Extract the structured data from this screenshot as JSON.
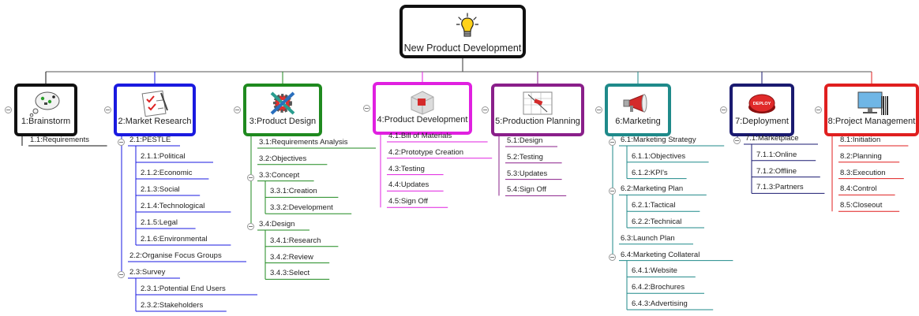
{
  "root": {
    "label": "New Product Development",
    "icon": "lightbulb-icon"
  },
  "branches": [
    {
      "id": "b1",
      "label": "1:Brainstorm",
      "color": "#111111",
      "icon": "thought-bubble-icon",
      "children": [
        {
          "label": "1.1:Requirements",
          "level": 1
        }
      ]
    },
    {
      "id": "b2",
      "label": "2:Market Research",
      "color": "#1a1ae0",
      "icon": "checklist-icon",
      "children": [
        {
          "label": "2.1:PESTLE",
          "level": 1
        },
        {
          "label": "2.1.1:Political",
          "level": 2
        },
        {
          "label": "2.1.2:Economic",
          "level": 2
        },
        {
          "label": "2.1.3:Social",
          "level": 2
        },
        {
          "label": "2.1.4:Technological",
          "level": 2
        },
        {
          "label": "2.1.5:Legal",
          "level": 2
        },
        {
          "label": "2.1.6:Environmental",
          "level": 2
        },
        {
          "label": "2.2:Organise Focus Groups",
          "level": 1
        },
        {
          "label": "2.3:Survey",
          "level": 1
        },
        {
          "label": "2.3.1:Potential End Users",
          "level": 2
        },
        {
          "label": "2.3.2:Stakeholders",
          "level": 2
        }
      ]
    },
    {
      "id": "b3",
      "label": "3:Product Design",
      "color": "#1f8a1f",
      "icon": "tools-gear-icon",
      "children": [
        {
          "label": "3.1:Requirements Analysis",
          "level": 1
        },
        {
          "label": "3.2:Objectives",
          "level": 1
        },
        {
          "label": "3.3:Concept",
          "level": 1
        },
        {
          "label": "3.3.1:Creation",
          "level": 2
        },
        {
          "label": "3.3.2:Development",
          "level": 2
        },
        {
          "label": "3.4:Design",
          "level": 1
        },
        {
          "label": "3.4.1:Research",
          "level": 2
        },
        {
          "label": "3.4.2:Review",
          "level": 2
        },
        {
          "label": "3.4.3:Select",
          "level": 2
        }
      ]
    },
    {
      "id": "b4",
      "label": "4:Product Development",
      "color": "#e020e0",
      "icon": "puzzle-cube-icon",
      "children": [
        {
          "label": "4.1:Bill of Materials",
          "level": 1
        },
        {
          "label": "4.2:Prototype Creation",
          "level": 1
        },
        {
          "label": "4.3:Testing",
          "level": 1
        },
        {
          "label": "4.4:Updates",
          "level": 1
        },
        {
          "label": "4.5:Sign Off",
          "level": 1
        }
      ]
    },
    {
      "id": "b5",
      "label": "5:Production Planning",
      "color": "#8a1f8a",
      "icon": "blueprint-icon",
      "children": [
        {
          "label": "5.1:Design",
          "level": 1
        },
        {
          "label": "5.2:Testing",
          "level": 1
        },
        {
          "label": "5.3:Updates",
          "level": 1
        },
        {
          "label": "5.4:Sign Off",
          "level": 1
        }
      ]
    },
    {
      "id": "b6",
      "label": "6:Marketing",
      "color": "#1f8a8a",
      "icon": "megaphone-icon",
      "children": [
        {
          "label": "6.1:Marketing Strategy",
          "level": 1
        },
        {
          "label": "6.1.1:Objectives",
          "level": 2
        },
        {
          "label": "6.1.2:KPI's",
          "level": 2
        },
        {
          "label": "6.2:Marketing Plan",
          "level": 1
        },
        {
          "label": "6.2.1:Tactical",
          "level": 2
        },
        {
          "label": "6.2.2:Technical",
          "level": 2
        },
        {
          "label": "6.3:Launch Plan",
          "level": 1
        },
        {
          "label": "6.4:Marketing Collateral",
          "level": 1
        },
        {
          "label": "6.4.1:Website",
          "level": 2
        },
        {
          "label": "6.4.2:Brochures",
          "level": 2
        },
        {
          "label": "6.4.3:Advertising",
          "level": 2
        }
      ]
    },
    {
      "id": "b7",
      "label": "7:Deployment",
      "color": "#1a1a70",
      "icon": "deploy-button-icon",
      "icon_text": "DEPLOY",
      "children": [
        {
          "label": "7.1:Marketplace",
          "level": 1
        },
        {
          "label": "7.1.1:Online",
          "level": 2
        },
        {
          "label": "7.1.2:Offline",
          "level": 2
        },
        {
          "label": "7.1.3:Partners",
          "level": 2
        }
      ]
    },
    {
      "id": "b8",
      "label": "8:Project Management",
      "color": "#e01f1f",
      "icon": "monitor-barcode-icon",
      "children": [
        {
          "label": "8.1:Initiation",
          "level": 1
        },
        {
          "label": "8.2:Planning",
          "level": 1
        },
        {
          "label": "8.3:Execution",
          "level": 1
        },
        {
          "label": "8.4:Control",
          "level": 1
        },
        {
          "label": "8.5:Closeout",
          "level": 1
        }
      ]
    }
  ]
}
